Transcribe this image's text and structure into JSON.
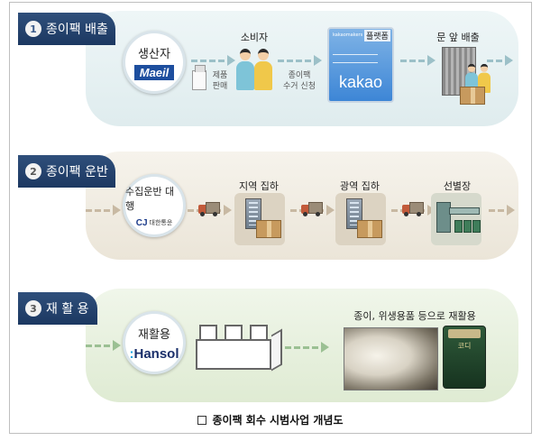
{
  "sections": [
    {
      "number": "1",
      "title": "종이팩 배출",
      "circle_label": "생산자",
      "circle_logo": "Maeil",
      "sell_label": "제품\n판매",
      "consumer_label": "소비자",
      "request_label": "종이팩\n수거 신청",
      "platform_label": "플랫폼",
      "platform_logo": "kakao",
      "platform_small": "kakaomakers",
      "door_label": "문 앞 배출"
    },
    {
      "number": "2",
      "title": "종이팩 운반",
      "circle_label": "수집운반 대행",
      "circle_logo": "CJ",
      "circle_logo_sub": "대한통운",
      "local_label": "지역 집하",
      "regional_label": "광역 집하",
      "sorting_label": "선별장"
    },
    {
      "number": "3",
      "title": "재 활 용",
      "circle_label": "재활용",
      "circle_logo": "Hansol",
      "recycle_label": "종이, 위생용품 등으로 재활용",
      "pack_text": "코디"
    }
  ],
  "caption": "종이팩 회수 시범사업 개념도",
  "colors": {
    "tab": "#1c3861",
    "section1": "#dfecee",
    "section2": "#ebe5d8",
    "section3": "#dfebd3"
  }
}
